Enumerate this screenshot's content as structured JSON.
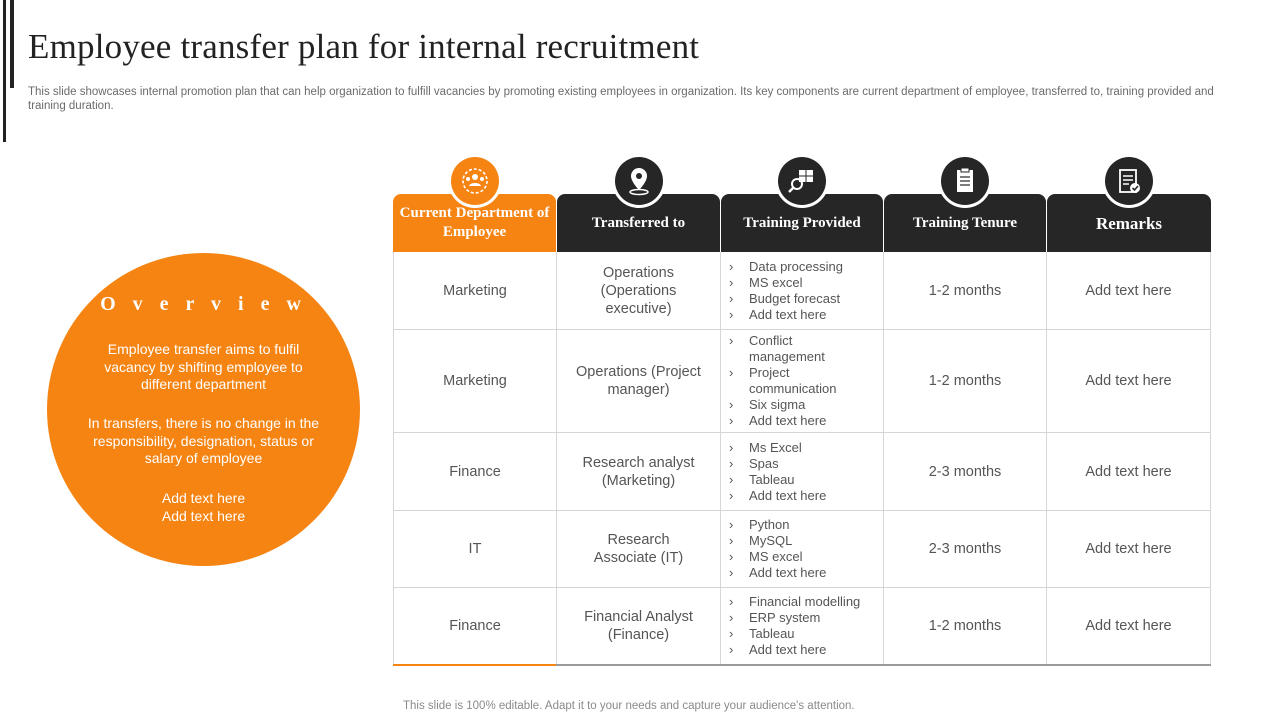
{
  "title": "Employee transfer plan for internal recruitment",
  "subtitle": "This slide showcases internal promotion plan that can help organization to fulfill vacancies by promoting existing employees in organization. Its key components are current department of employee, transferred to, training provided and training duration.",
  "colors": {
    "accent": "#F58413",
    "dark": "#262626"
  },
  "overview": {
    "heading": "O v e r v i e w",
    "paragraphs": [
      "Employee transfer aims to fulfil vacancy by shifting employee to different department",
      "In transfers, there is no change in the responsibility, designation, status or salary of employee",
      "Add text here\nAdd text here"
    ]
  },
  "table": {
    "headers": [
      {
        "label": "Current Department of Employee",
        "icon": "team-icon"
      },
      {
        "label": "Transferred to",
        "icon": "location-pin-icon"
      },
      {
        "label": "Training Provided",
        "icon": "training-search-icon"
      },
      {
        "label": "Training Tenure",
        "icon": "document-icon"
      },
      {
        "label": "Remarks",
        "icon": "checklist-icon"
      }
    ],
    "rows": [
      {
        "department": "Marketing",
        "transferred_to": "Operations (Operations executive)",
        "training": [
          "Data processing",
          "MS excel",
          "Budget forecast",
          "Add text here"
        ],
        "tenure": "1-2 months",
        "remarks": "Add text here"
      },
      {
        "department": "Marketing",
        "transferred_to": "Operations (Project manager)",
        "training": [
          "Conflict management",
          "Project communication",
          "Six sigma",
          "Add text here"
        ],
        "tenure": "1-2 months",
        "remarks": "Add text here"
      },
      {
        "department": "Finance",
        "transferred_to": "Research analyst (Marketing)",
        "training": [
          "Ms Excel",
          "Spas",
          "Tableau",
          "Add text here"
        ],
        "tenure": "2-3 months",
        "remarks": "Add text here"
      },
      {
        "department": "IT",
        "transferred_to": "Research Associate (IT)",
        "training": [
          "Python",
          "MySQL",
          "MS excel",
          "Add text here"
        ],
        "tenure": "2-3 months",
        "remarks": "Add text here"
      },
      {
        "department": "Finance",
        "transferred_to": "Financial Analyst (Finance)",
        "training": [
          "Financial modelling",
          "ERP system",
          "Tableau",
          "Add text here"
        ],
        "tenure": "1-2 months",
        "remarks": "Add text here"
      }
    ]
  },
  "footer": "This slide is 100% editable. Adapt it to your needs and capture your audience's attention."
}
